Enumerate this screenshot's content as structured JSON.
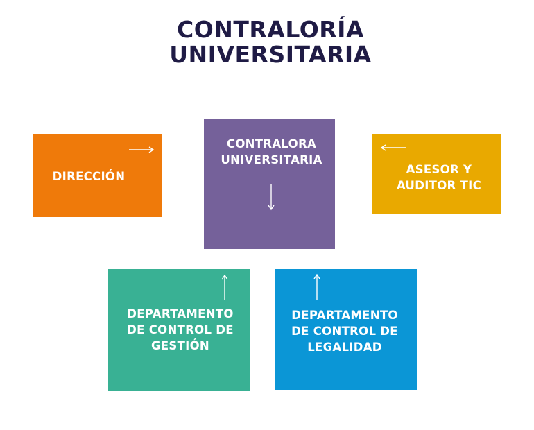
{
  "title": {
    "line1": "CONTRALORÍA",
    "line2": "UNIVERSITARIA"
  },
  "boxes": {
    "direccion": {
      "label": "DIRECCIÓN",
      "color": "#ef7a0a",
      "arrow": "right"
    },
    "contralora": {
      "label": "CONTRALORA\nUNIVERSITARIA",
      "color": "#75619a",
      "arrow": "down"
    },
    "asesor": {
      "label": "ASESOR Y\nAUDITOR TIC",
      "color": "#e9a900",
      "arrow": "left"
    },
    "gestion": {
      "label": "DEPARTAMENTO\nDE CONTROL DE\nGESTIÓN",
      "color": "#39b194",
      "arrow": "up"
    },
    "legalidad": {
      "label": "DEPARTAMENTO\nDE CONTROL DE\nLEGALIDAD",
      "color": "#0b96d6",
      "arrow": "up"
    }
  },
  "colors": {
    "title": "#1f1b45",
    "connector": "#333333",
    "text": "#ffffff"
  }
}
